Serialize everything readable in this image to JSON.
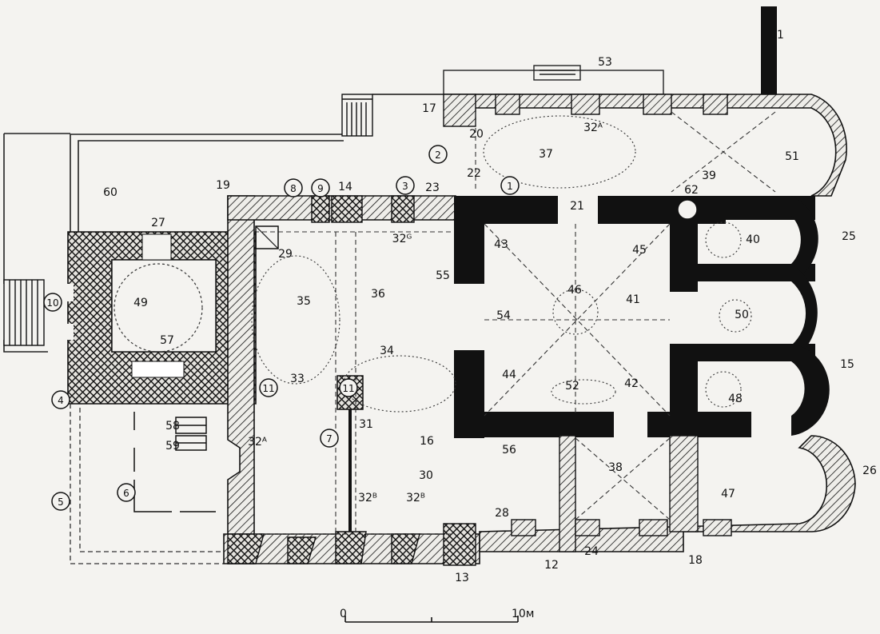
{
  "scale_bar": {
    "start": "0",
    "end": "10м"
  },
  "labels": [
    {
      "id": "1",
      "circled": true
    },
    {
      "id": "2",
      "circled": true
    },
    {
      "id": "3",
      "circled": true
    },
    {
      "id": "4",
      "circled": true
    },
    {
      "id": "5",
      "circled": true
    },
    {
      "id": "6",
      "circled": true
    },
    {
      "id": "7",
      "circled": true
    },
    {
      "id": "8",
      "circled": true
    },
    {
      "id": "9",
      "circled": true
    },
    {
      "id": "10",
      "circled": true
    },
    {
      "id": "11",
      "circled": true
    },
    {
      "id": "11",
      "circled": true
    },
    {
      "id": "12",
      "circled": false
    },
    {
      "id": "13",
      "circled": false
    },
    {
      "id": "14",
      "circled": false
    },
    {
      "id": "15",
      "circled": false
    },
    {
      "id": "16",
      "circled": false
    },
    {
      "id": "17",
      "circled": false
    },
    {
      "id": "18",
      "circled": false
    },
    {
      "id": "19",
      "circled": false
    },
    {
      "id": "20",
      "circled": false
    },
    {
      "id": "21",
      "circled": false
    },
    {
      "id": "22",
      "circled": false
    },
    {
      "id": "23",
      "circled": false
    },
    {
      "id": "24",
      "circled": false
    },
    {
      "id": "25",
      "circled": false
    },
    {
      "id": "26",
      "circled": false
    },
    {
      "id": "27",
      "circled": false
    },
    {
      "id": "28",
      "circled": false
    },
    {
      "id": "29",
      "circled": false
    },
    {
      "id": "30",
      "circled": false
    },
    {
      "id": "31",
      "circled": false
    },
    {
      "id": "32ᴬ",
      "circled": false
    },
    {
      "id": "32ᴬ",
      "circled": false
    },
    {
      "id": "32ᴮ",
      "circled": false
    },
    {
      "id": "32ᴮ",
      "circled": false
    },
    {
      "id": "32ᴳ",
      "circled": false
    },
    {
      "id": "33",
      "circled": false
    },
    {
      "id": "34",
      "circled": false
    },
    {
      "id": "35",
      "circled": false
    },
    {
      "id": "36",
      "circled": false
    },
    {
      "id": "37",
      "circled": false
    },
    {
      "id": "38",
      "circled": false
    },
    {
      "id": "39",
      "circled": false
    },
    {
      "id": "40",
      "circled": false
    },
    {
      "id": "41",
      "circled": false
    },
    {
      "id": "42",
      "circled": false
    },
    {
      "id": "43",
      "circled": false
    },
    {
      "id": "44",
      "circled": false
    },
    {
      "id": "45",
      "circled": false
    },
    {
      "id": "46",
      "circled": false
    },
    {
      "id": "47",
      "circled": false
    },
    {
      "id": "48",
      "circled": false
    },
    {
      "id": "49",
      "circled": false
    },
    {
      "id": "50",
      "circled": false
    },
    {
      "id": "51",
      "circled": false
    },
    {
      "id": "52",
      "circled": false
    },
    {
      "id": "53",
      "circled": false
    },
    {
      "id": "54",
      "circled": false
    },
    {
      "id": "55",
      "circled": false
    },
    {
      "id": "56",
      "circled": false
    },
    {
      "id": "57",
      "circled": false
    },
    {
      "id": "58",
      "circled": false
    },
    {
      "id": "59",
      "circled": false
    },
    {
      "id": "60",
      "circled": false
    },
    {
      "id": "61",
      "circled": false
    },
    {
      "id": "62",
      "circled": false
    }
  ]
}
